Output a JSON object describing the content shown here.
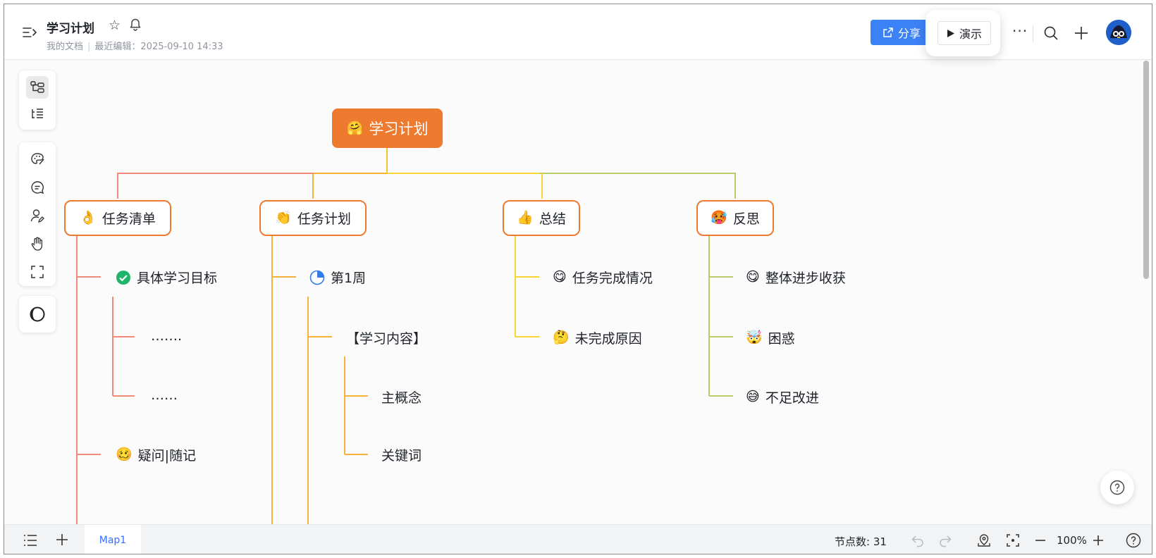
{
  "header": {
    "title": "学习计划",
    "location": "我的文档",
    "last_edited": "最近编辑：2025-09-10 14:33",
    "share_label": "分享",
    "present_label": "演示",
    "more_label": "···"
  },
  "toolbar_icons": [
    "mindmap-layout-icon",
    "outline-icon",
    "theme-palette-icon",
    "comment-icon",
    "user-edit-icon",
    "hand-pan-icon",
    "fit-screen-icon",
    "dark-mode-icon"
  ],
  "mindmap": {
    "root": {
      "emoji": "🤗",
      "label": "学习计划"
    },
    "branches": [
      {
        "emoji": "👌",
        "label": "任务清单",
        "color": "#f08a7a",
        "children": [
          {
            "emoji": "✅",
            "label": "具体学习目标",
            "children": [
              {
                "label": "……."
              },
              {
                "label": "……"
              }
            ]
          },
          {
            "emoji": "🥴",
            "label": "疑问|随记"
          }
        ]
      },
      {
        "emoji": "👏",
        "label": "任务计划",
        "color": "#f5b13a",
        "children": [
          {
            "emoji": "◔",
            "label": "第1周",
            "children": [
              {
                "label": "【学习内容】",
                "children": [
                  {
                    "label": "主概念"
                  },
                  {
                    "label": "关键词"
                  }
                ]
              }
            ]
          }
        ]
      },
      {
        "emoji": "👍",
        "label": "总结",
        "color": "#f7d534",
        "children": [
          {
            "emoji": "😋",
            "label": "任务完成情况"
          },
          {
            "emoji": "🤔",
            "label": "未完成原因"
          }
        ]
      },
      {
        "emoji": "🥵",
        "label": "反思",
        "color": "#b9cc6b",
        "children": [
          {
            "emoji": "😋",
            "label": "整体进步收获"
          },
          {
            "emoji": "🤯",
            "label": "困惑"
          },
          {
            "emoji": "😅",
            "label": "不足改进"
          }
        ]
      }
    ]
  },
  "footer": {
    "sheet_tab": "Map1",
    "node_count": "节点数: 31",
    "zoom": "100%"
  },
  "colors": {
    "accent": "#ee7a30",
    "share": "#3b82f6",
    "tab_active": "#3370ff"
  }
}
